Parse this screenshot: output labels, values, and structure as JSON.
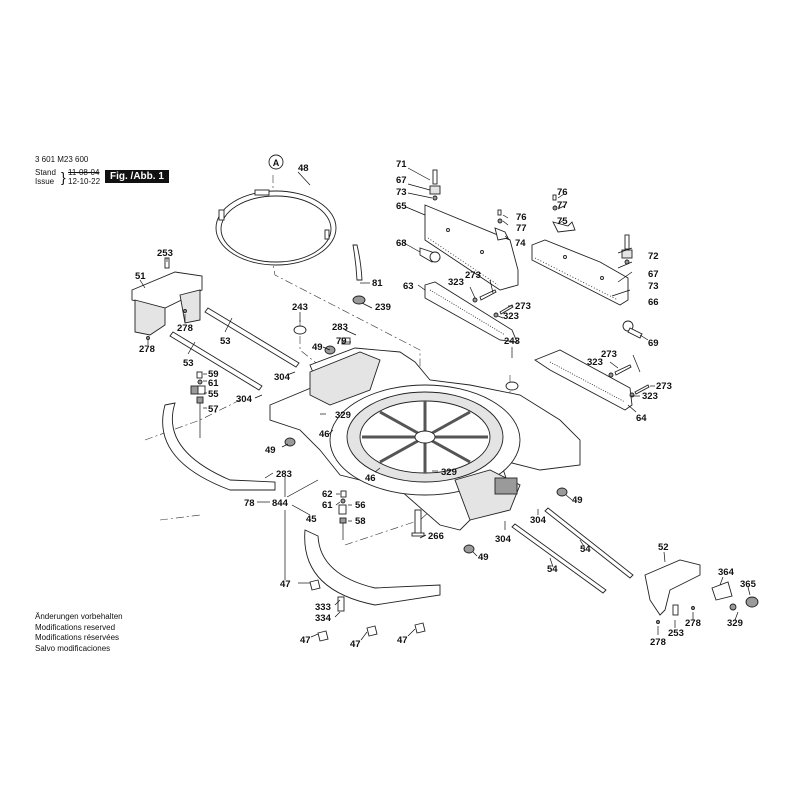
{
  "header": {
    "drawing_number": "3 601 M23 600",
    "stand_label": "Stand",
    "issue_label": "Issue",
    "stand_date": "11-08-04",
    "issue_date": "12-10-22",
    "figure_label": "Fig. /Abb. 1"
  },
  "footer": {
    "lines": [
      "Änderungen vorbehalten",
      "Modifications reserved",
      "Modifications réservées",
      "Salvo modificaciones"
    ]
  },
  "reference_marker": "A",
  "part_labels": [
    {
      "id": "48",
      "text": "48"
    },
    {
      "id": "71",
      "text": "71"
    },
    {
      "id": "67a",
      "text": "67"
    },
    {
      "id": "73a",
      "text": "73"
    },
    {
      "id": "65",
      "text": "65"
    },
    {
      "id": "68",
      "text": "68"
    },
    {
      "id": "76a",
      "text": "76"
    },
    {
      "id": "77a",
      "text": "77"
    },
    {
      "id": "74",
      "text": "74"
    },
    {
      "id": "76b",
      "text": "76"
    },
    {
      "id": "77b",
      "text": "77"
    },
    {
      "id": "75",
      "text": "75"
    },
    {
      "id": "72",
      "text": "72"
    },
    {
      "id": "67b",
      "text": "67"
    },
    {
      "id": "73b",
      "text": "73"
    },
    {
      "id": "66",
      "text": "66"
    },
    {
      "id": "69",
      "text": "69"
    },
    {
      "id": "253a",
      "text": "253"
    },
    {
      "id": "51",
      "text": "51"
    },
    {
      "id": "278a",
      "text": "278"
    },
    {
      "id": "278b",
      "text": "278"
    },
    {
      "id": "53a",
      "text": "53"
    },
    {
      "id": "53b",
      "text": "53"
    },
    {
      "id": "81",
      "text": "81"
    },
    {
      "id": "239",
      "text": "239"
    },
    {
      "id": "243a",
      "text": "243"
    },
    {
      "id": "283a",
      "text": "283"
    },
    {
      "id": "79",
      "text": "79"
    },
    {
      "id": "49a",
      "text": "49"
    },
    {
      "id": "63",
      "text": "63"
    },
    {
      "id": "323a",
      "text": "323"
    },
    {
      "id": "273a",
      "text": "273"
    },
    {
      "id": "273b",
      "text": "273"
    },
    {
      "id": "323b",
      "text": "323"
    },
    {
      "id": "243b",
      "text": "243"
    },
    {
      "id": "273c",
      "text": "273"
    },
    {
      "id": "323c",
      "text": "323"
    },
    {
      "id": "273d",
      "text": "273"
    },
    {
      "id": "323d",
      "text": "323"
    },
    {
      "id": "64",
      "text": "64"
    },
    {
      "id": "59",
      "text": "59"
    },
    {
      "id": "61a",
      "text": "61"
    },
    {
      "id": "55",
      "text": "55"
    },
    {
      "id": "57",
      "text": "57"
    },
    {
      "id": "304a",
      "text": "304"
    },
    {
      "id": "304b",
      "text": "304"
    },
    {
      "id": "329a",
      "text": "329"
    },
    {
      "id": "46a",
      "text": "46"
    },
    {
      "id": "49b",
      "text": "49"
    },
    {
      "id": "46b",
      "text": "46"
    },
    {
      "id": "329b",
      "text": "329"
    },
    {
      "id": "283b",
      "text": "283"
    },
    {
      "id": "78",
      "text": "78"
    },
    {
      "id": "844",
      "text": "844"
    },
    {
      "id": "45",
      "text": "45"
    },
    {
      "id": "62",
      "text": "62"
    },
    {
      "id": "61b",
      "text": "61"
    },
    {
      "id": "56",
      "text": "56"
    },
    {
      "id": "58",
      "text": "58"
    },
    {
      "id": "266",
      "text": "266"
    },
    {
      "id": "49c",
      "text": "49"
    },
    {
      "id": "304c",
      "text": "304"
    },
    {
      "id": "304d",
      "text": "304"
    },
    {
      "id": "49d",
      "text": "49"
    },
    {
      "id": "54a",
      "text": "54"
    },
    {
      "id": "54b",
      "text": "54"
    },
    {
      "id": "47a",
      "text": "47"
    },
    {
      "id": "333",
      "text": "333"
    },
    {
      "id": "334",
      "text": "334"
    },
    {
      "id": "47b",
      "text": "47"
    },
    {
      "id": "47c",
      "text": "47"
    },
    {
      "id": "47d",
      "text": "47"
    },
    {
      "id": "52",
      "text": "52"
    },
    {
      "id": "364",
      "text": "364"
    },
    {
      "id": "365",
      "text": "365"
    },
    {
      "id": "329c",
      "text": "329"
    },
    {
      "id": "278c",
      "text": "278"
    },
    {
      "id": "253b",
      "text": "253"
    },
    {
      "id": "278d",
      "text": "278"
    }
  ]
}
